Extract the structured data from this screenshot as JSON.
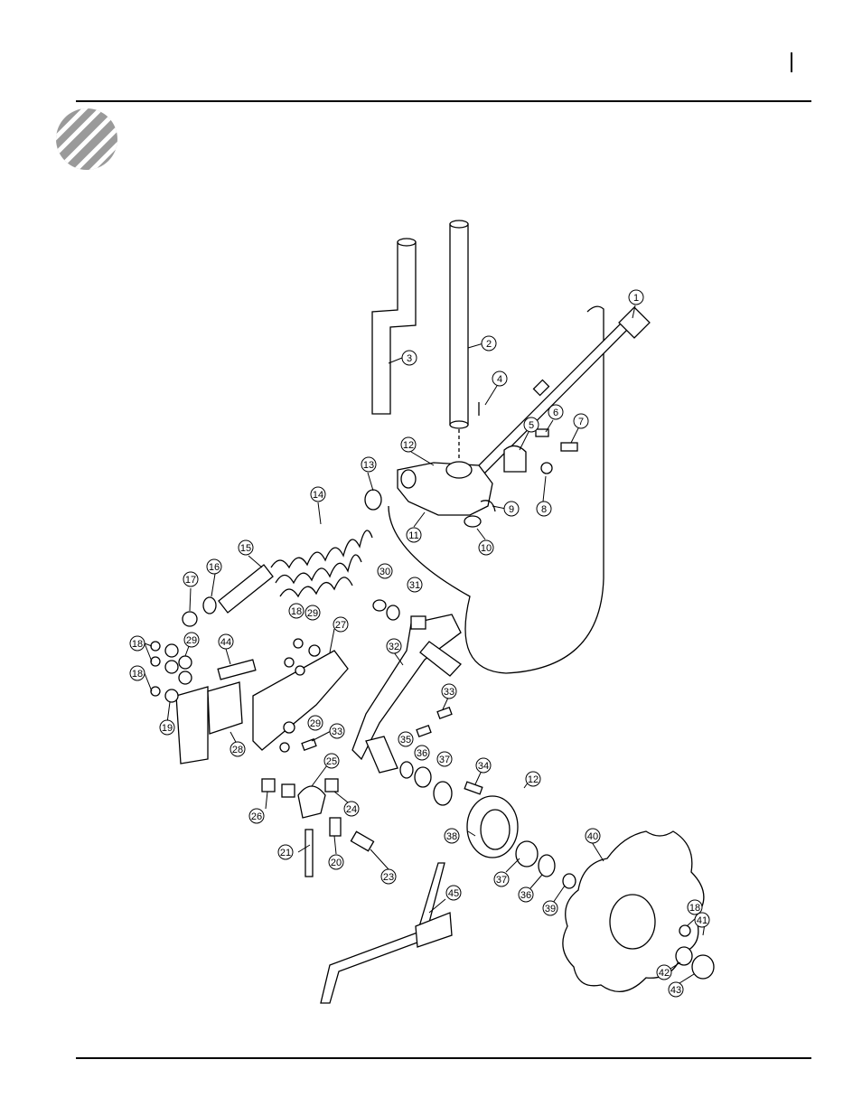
{
  "page_marker": "",
  "callouts": [
    "1",
    "2",
    "3",
    "4",
    "5",
    "6",
    "7",
    "8",
    "9",
    "10",
    "11",
    "12",
    "13",
    "14",
    "15",
    "16",
    "17",
    "18",
    "19",
    "20",
    "21",
    "23",
    "24",
    "25",
    "26",
    "27",
    "28",
    "29",
    "30",
    "31",
    "32",
    "33",
    "34",
    "35",
    "36",
    "37",
    "38",
    "39",
    "40",
    "41",
    "42",
    "43",
    "44",
    "45"
  ]
}
